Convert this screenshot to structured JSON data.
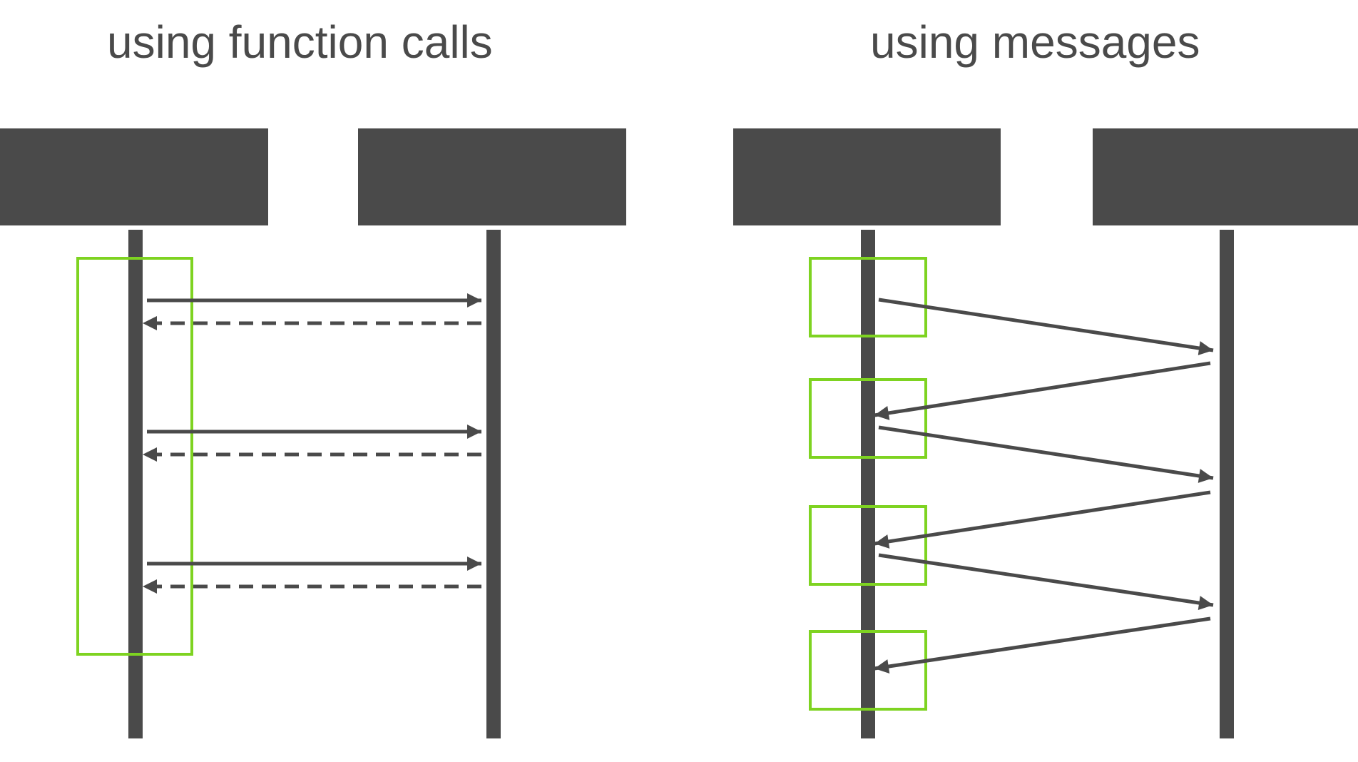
{
  "left_panel": {
    "title": "using function calls",
    "call_pairs": 3,
    "active_box": "one box spanning all three calls"
  },
  "right_panel": {
    "title": "using messages",
    "messages_out": 3,
    "messages_in": 3,
    "active_boxes": 4
  },
  "colors": {
    "dark": "#4a4a4a",
    "accent": "#7ed321",
    "background": "#ffffff"
  }
}
